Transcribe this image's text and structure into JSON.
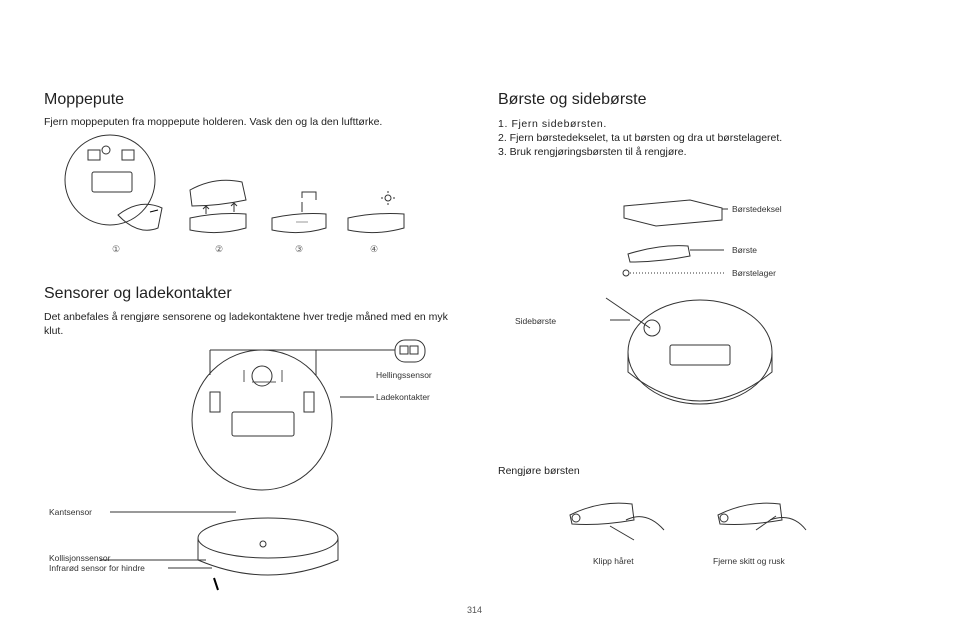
{
  "sections": {
    "moppepute": {
      "title": "Moppepute",
      "text": "Fjern moppeputen fra moppepute holderen. Vask den og la den lufttørke.",
      "steps": [
        "①",
        "②",
        "③",
        "④"
      ]
    },
    "sensorer": {
      "title": "Sensorer og ladekontakter",
      "text": "Det anbefales å rengjøre sensorene og ladekontaktene hver tredje måned med en myk klut.",
      "labels": {
        "tilt": "Hellingssensor",
        "contacts": "Ladekontakter",
        "edge": "Kantsensor",
        "collision": "Kollisjonssensor",
        "infrared": "Infrarød sensor for hindre"
      }
    },
    "borste": {
      "title": "Børste og sidebørste",
      "steps": [
        "1. Fjern sidebørsten.",
        "2. Fjern børstedekselet, ta ut børsten og dra ut børstelageret.",
        "3. Bruk rengjøringsbørsten til å rengjøre."
      ],
      "labels": {
        "cover": "Børstedeksel",
        "brush": "Børste",
        "bearing": "Børstelager",
        "side": "Sidebørste"
      }
    },
    "clean": {
      "title": "Rengjøre børsten",
      "cut": "Klipp håret",
      "remove": "Fjerne skitt og rusk"
    }
  },
  "page_number": "314"
}
